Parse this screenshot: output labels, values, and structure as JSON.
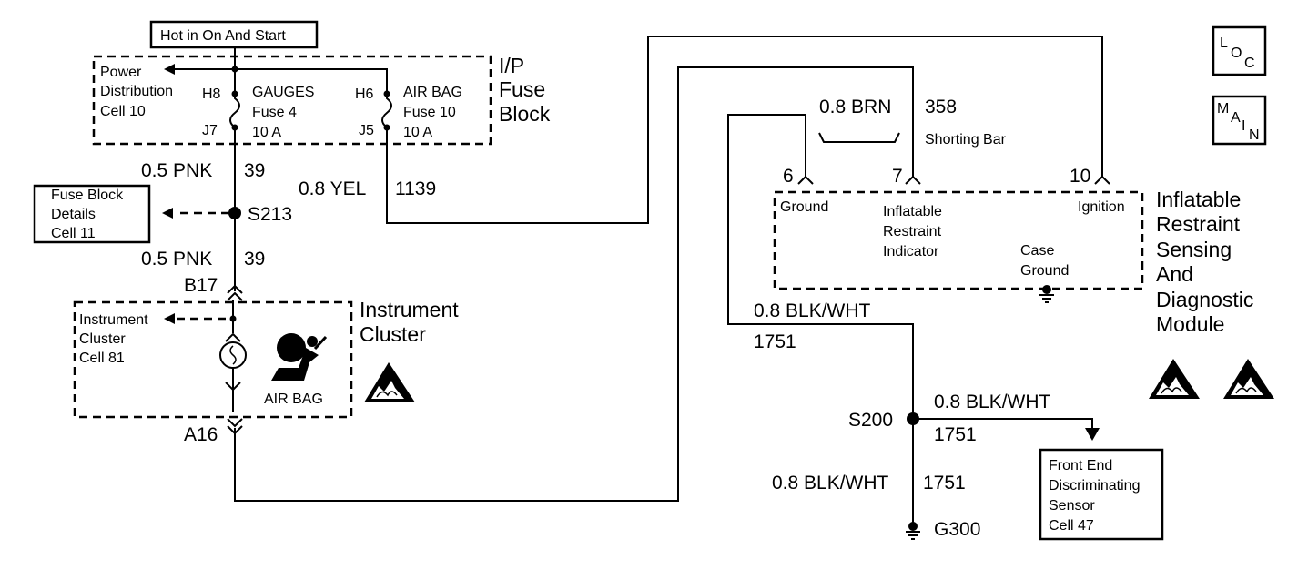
{
  "labels": {
    "hot_in_on_start": "Hot in On And Start",
    "pdc_1": "Power",
    "pdc_2": "Distribution",
    "pdc_3": "Cell 10",
    "h8": "H8",
    "j7": "J7",
    "gauges_1": "GAUGES",
    "gauges_2": "Fuse 4",
    "gauges_3": "10 A",
    "h6": "H6",
    "j5": "J5",
    "airbag_fuse_1": "AIR BAG",
    "airbag_fuse_2": "Fuse 10",
    "airbag_fuse_3": "10 A",
    "ip_1": "I/P",
    "ip_2": "Fuse",
    "ip_3": "Block",
    "w_pnk_1": "0.5 PNK",
    "c39_1": "39",
    "w_yel": "0.8 YEL",
    "c1139": "1139",
    "fbd_1": "Fuse Block",
    "fbd_2": "Details",
    "fbd_3": "Cell 11",
    "s213": "S213",
    "w_pnk_2": "0.5 PNK",
    "c39_2": "39",
    "b17": "B17",
    "ic_ref_1": "Instrument",
    "ic_ref_2": "Cluster",
    "ic_ref_3": "Cell 81",
    "airbag_lamp": "AIR BAG",
    "ic_1": "Instrument",
    "ic_2": "Cluster",
    "a16": "A16",
    "w_brn": "0.8 BRN",
    "c358": "358",
    "shorting_bar": "Shorting Bar",
    "p6": "6",
    "p7": "7",
    "p10": "10",
    "ground": "Ground",
    "iri_1": "Inflatable",
    "iri_2": "Restraint",
    "iri_3": "Indicator",
    "ignition": "Ignition",
    "case_1": "Case",
    "case_2": "Ground",
    "sdm_1": "Inflatable",
    "sdm_2": "Restraint",
    "sdm_3": "Sensing",
    "sdm_4": "And",
    "sdm_5": "Diagnostic",
    "sdm_6": "Module",
    "w_blkwht_1": "0.8 BLK/WHT",
    "c1751_1": "1751",
    "s200": "S200",
    "w_blkwht_2": "0.8 BLK/WHT",
    "c1751_2": "1751",
    "w_blkwht_3": "0.8 BLK/WHT",
    "c1751_3": "1751",
    "g300": "G300",
    "feds_1": "Front End",
    "feds_2": "Discriminating",
    "feds_3": "Sensor",
    "feds_4": "Cell 47",
    "loc_l": "L",
    "loc_o": "O",
    "loc_c": "C",
    "main_m": "M",
    "main_a": "A",
    "main_i": "I",
    "main_n": "N"
  },
  "icons": {
    "esd": "esd-warning-icon",
    "airbag": "airbag-occupant-icon",
    "ground": "ground-symbol-icon",
    "fuse": "fuse-symbol-icon"
  },
  "colors": {
    "line": "#000000",
    "background": "#ffffff"
  }
}
